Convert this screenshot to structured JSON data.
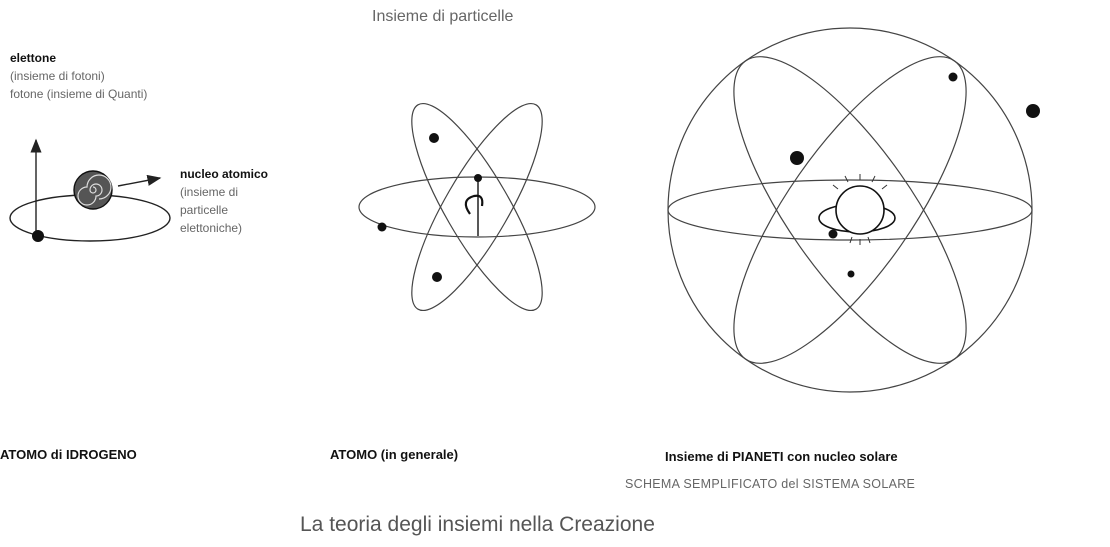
{
  "header": {
    "particles_label": "Insieme di particelle"
  },
  "hydrogen": {
    "electron_label": "elettone",
    "photons_label": "(insieme di fotoni)",
    "photon_quanta_label": "fotone (insieme di Quanti)",
    "nucleus_label": "nucleo atomico",
    "nucleus_detail_1": "(insieme di",
    "nucleus_detail_2": "particelle",
    "nucleus_detail_3": "elettoniche)",
    "caption": "ATOMO di IDROGENO"
  },
  "atom": {
    "caption": "ATOMO (in generale)"
  },
  "solar": {
    "caption": "Insieme di PIANETI con nucleo solare",
    "subcaption": "SCHEMA SEMPLIFICATO del SISTEMA SOLARE"
  },
  "footer": {
    "title": "La teoria degli insiemi nella Creazione"
  }
}
